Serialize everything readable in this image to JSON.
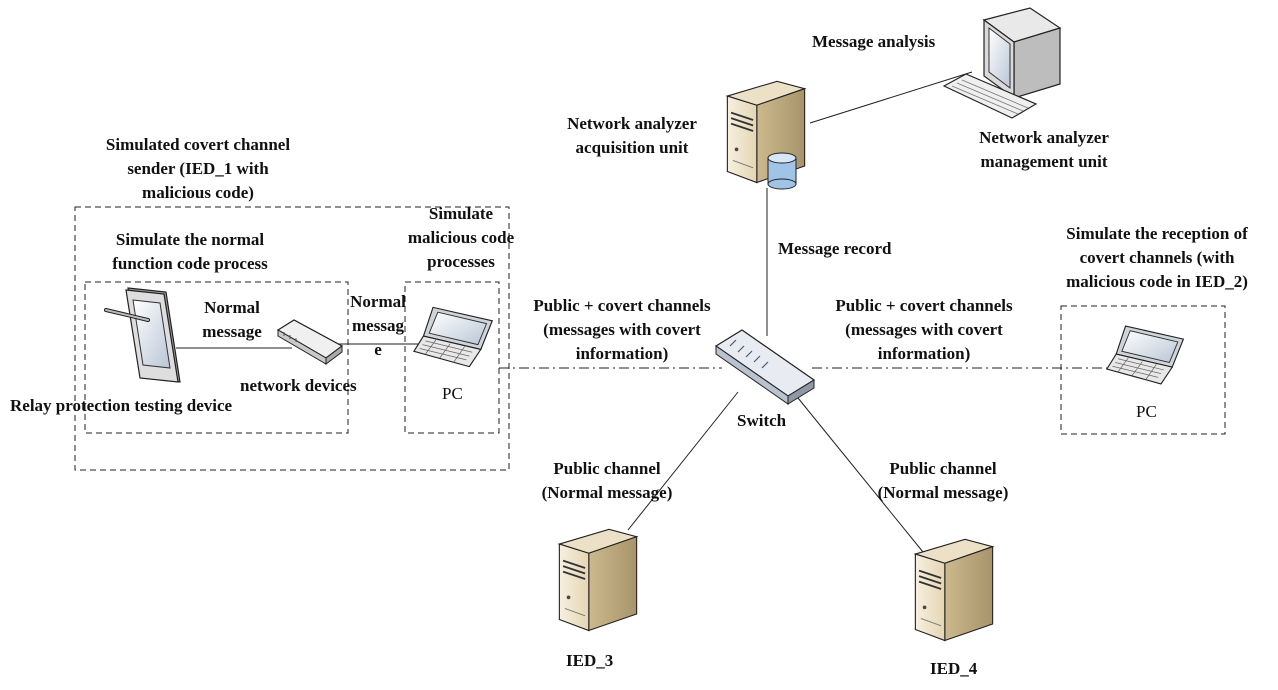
{
  "labels": {
    "message_analysis": "Message analysis",
    "analyzer_acquisition": [
      "Network analyzer",
      "acquisition unit"
    ],
    "analyzer_management": [
      "Network analyzer",
      "management unit"
    ],
    "sender": [
      "Simulated covert channel",
      "sender (IED_1 with",
      "malicious code)"
    ],
    "normal_function": [
      "Simulate the normal",
      "function code process"
    ],
    "malicious_process": [
      "Simulate",
      "malicious code",
      "processes"
    ],
    "normal_message_left": [
      "Normal",
      "message"
    ],
    "normal_message_mid": [
      "Normal",
      "messag",
      "e"
    ],
    "network_devices": "network devices",
    "relay_device": "Relay protection testing device",
    "pc_left": "PC",
    "public_covert_left": [
      "Public + covert channels",
      "(messages with covert",
      "information)"
    ],
    "public_covert_right": [
      "Public + covert channels",
      "(messages with covert",
      "information)"
    ],
    "message_record": "Message record",
    "receiver": [
      "Simulate the reception of",
      "covert channels (with",
      "malicious code in IED_2)"
    ],
    "pc_right": "PC",
    "switch": "Switch",
    "public_channel_left": [
      "Public channel",
      "(Normal message)"
    ],
    "public_channel_right": [
      "Public channel",
      "(Normal message)"
    ],
    "ied3": "IED_3",
    "ied4": "IED_4"
  },
  "icons": {
    "server": "server-tower-icon",
    "database": "database-cylinder-icon",
    "monitor": "desktop-monitor-icon",
    "keyboard": "keyboard-icon",
    "tablet": "tablet-stylus-icon",
    "hub": "network-hub-icon",
    "laptop": "laptop-icon",
    "switch": "network-switch-icon"
  },
  "colors": {
    "server_front": "#f2e9d6",
    "server_side": "#d8c7a0",
    "line": "#222222"
  }
}
